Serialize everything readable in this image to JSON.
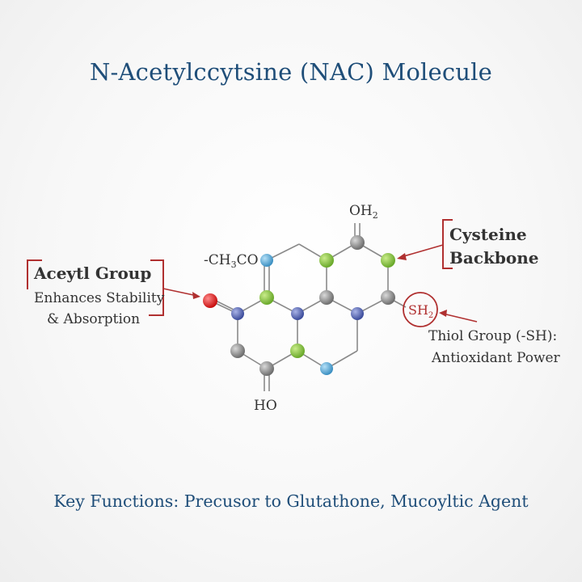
{
  "title": "N-Acetylccytsine (NAC) Molecule",
  "footer": "Key Functions: Precusor to Glutathone, Mucoyltic Agent",
  "colors": {
    "title": "#1f4e79",
    "accent_red": "#b03030",
    "atom_gray": "#8a8a8a",
    "atom_green": "#8cc63f",
    "atom_blue_dark": "#5b6bb5",
    "atom_blue_light": "#5aa9d6",
    "atom_red": "#e02020"
  },
  "molecule": {
    "labels": {
      "ch3co": "-CH",
      "ch3co_sub": "3",
      "ch3co_tail": "CO",
      "oh2": "OH",
      "oh2_sub": "2",
      "ho": "HO",
      "sh2": "SH",
      "sh2_sub": "2"
    }
  },
  "callouts": {
    "acetyl": {
      "title": "Aceytl Group",
      "line1": "Enhances Stability",
      "line2": "& Absorption"
    },
    "cysteine": {
      "line1": "Cysteine",
      "line2": "Backbone"
    },
    "thiol": {
      "line1": "Thiol Group (-SH):",
      "line2": "Antioxidant Power"
    }
  }
}
